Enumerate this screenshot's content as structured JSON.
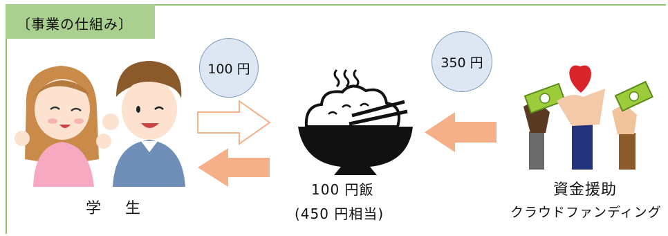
{
  "title": "〔事業の仕組み〕",
  "bubbles": {
    "left": "100 円",
    "right": "350 円"
  },
  "students": {
    "label": "学 生"
  },
  "meal": {
    "label": "100 円飯",
    "sublabel": "(450 円相当)"
  },
  "funding": {
    "label": "資金援助",
    "sublabel": "クラウドファンディング"
  },
  "colors": {
    "title_bg": "#a9d08e",
    "frame": "#8cc06c",
    "bubble_fill": "#dde7f3",
    "arrow_orange": "#f5b08a",
    "heart": "#d9252a",
    "money": "#9ccc3a"
  }
}
